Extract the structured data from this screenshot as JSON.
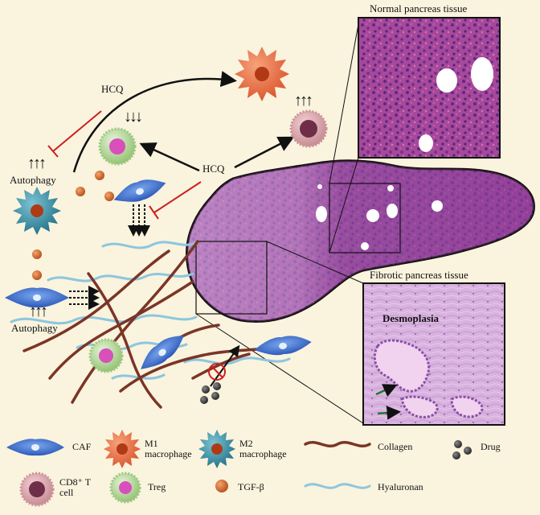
{
  "labels": {
    "normal_tissue": "Normal pancreas tissue",
    "fibrotic_tissue": "Fibrotic pancreas tissue",
    "desmoplasia": "Desmoplasia",
    "hcq_top": "HCQ",
    "hcq_center": "HCQ",
    "autophagy_upper": "Autophagy",
    "autophagy_lower": "Autophagy",
    "up_arrows_left": "↑↑↑",
    "up_arrows_lower": "↑↑↑",
    "up_arrows_cd8": "↑↑↑",
    "down_arrows_treg": "↓↓↓"
  },
  "legend": [
    {
      "key": "caf",
      "label": "CAF"
    },
    {
      "key": "m1",
      "label": "M1 macrophage"
    },
    {
      "key": "m2",
      "label": "M2 macrophage"
    },
    {
      "key": "collagen",
      "label": "Collagen"
    },
    {
      "key": "drug",
      "label": "Drug"
    },
    {
      "key": "cd8",
      "label": "CD8⁺ T cell"
    },
    {
      "key": "treg",
      "label": "Treg"
    },
    {
      "key": "tgfb",
      "label": "TGF-β"
    },
    {
      "key": "hyaluronan",
      "label": "Hyaluronan"
    }
  ],
  "colors": {
    "background": "#faf3de",
    "inhibit_red": "#cc1f1f",
    "caf_blue": "#3c6fd0",
    "m1_orange": "#e8663a",
    "m2_teal": "#2f8ba0",
    "treg_green": "#a9d18e",
    "cd8_mauve": "#b9707e",
    "tgfb_orange": "#d2692a",
    "collagen_brown": "#8a3d2a",
    "hyaluronan_blue": "#8cc6df",
    "tissue_purple": "#8a4f9c",
    "tissue_pink": "#e7b6dc"
  }
}
